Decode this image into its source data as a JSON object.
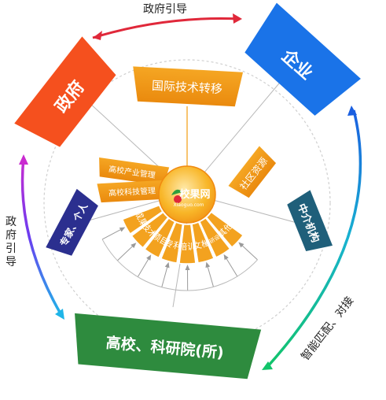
{
  "title": "",
  "arrows": {
    "top": "政府引导",
    "left": "政府引导",
    "right": "智能匹配、对接"
  },
  "nodes": {
    "government": "政府",
    "enterprise": "企业",
    "university": "高校、科研院(所)",
    "experts": "专家、个人",
    "intermediary": "中介机构",
    "tech_transfer": "国际技术转移",
    "community": "社区资源",
    "univ_industry": "高校产业管理",
    "univ_tech": "高校科技管理"
  },
  "hub": {
    "logo_text": "校果网",
    "logo_sub": "Xiaoguo.com"
  },
  "fan_items": [
    "成果",
    "技术",
    "项目",
    "专利",
    "培训",
    "文档",
    "科研设备",
    "其他"
  ],
  "colors": {
    "government": "#f5501e",
    "enterprise": "#1a73e8",
    "university": "#2e8b3e",
    "experts": "#2b2f8f",
    "intermediary": "#1f5f7a",
    "orange": "#f39c12",
    "hub": "#f7a21b"
  }
}
